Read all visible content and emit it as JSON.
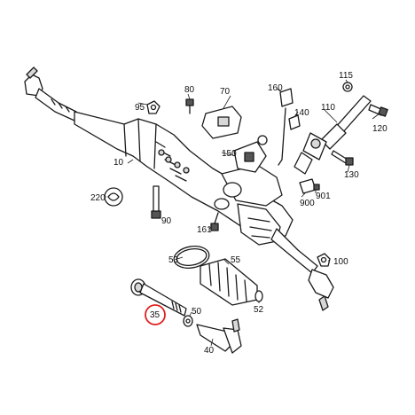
{
  "callouts": {
    "c10": "10",
    "c35": "35",
    "c40": "40",
    "c50": "50",
    "c52": "52",
    "c53": "53",
    "c55": "55",
    "c70": "70",
    "c80": "80",
    "c90": "90",
    "c95": "95",
    "c100": "100",
    "c110": "110",
    "c115": "115",
    "c120": "120",
    "c130": "130",
    "c140": "140",
    "c150": "150",
    "c160": "160",
    "c161": "161",
    "c220": "220",
    "c900": "900",
    "c901": "901"
  },
  "highlight": {
    "target": "35",
    "color": "#e02020"
  }
}
